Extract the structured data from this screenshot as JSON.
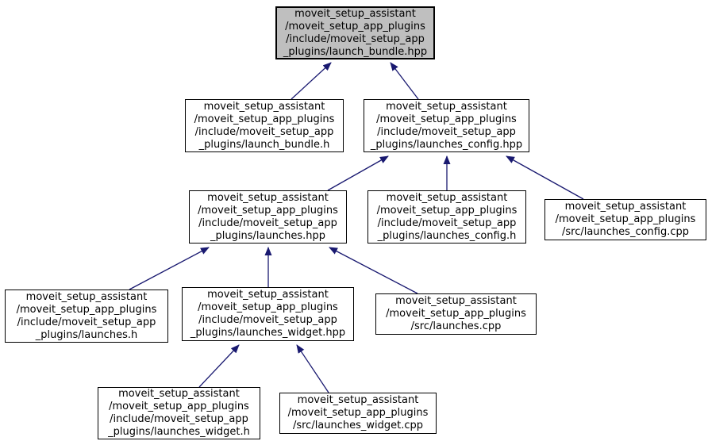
{
  "diagram": {
    "kind": "include-dependency-graph",
    "colors": {
      "edge": "#191970",
      "node_fill": "#ffffff",
      "node_border": "#000000",
      "root_node_fill": "#bfbfbf",
      "background": "#ffffff"
    }
  },
  "nodes": [
    {
      "id": "launch_bundle_hpp",
      "root": true,
      "label": "moveit_setup_assistant\n/moveit_setup_app_plugins\n/include/moveit_setup_app\n_plugins/launch_bundle.hpp"
    },
    {
      "id": "launch_bundle_h",
      "root": false,
      "label": "moveit_setup_assistant\n/moveit_setup_app_plugins\n/include/moveit_setup_app\n_plugins/launch_bundle.h"
    },
    {
      "id": "launches_config_hpp",
      "root": false,
      "label": "moveit_setup_assistant\n/moveit_setup_app_plugins\n/include/moveit_setup_app\n_plugins/launches_config.hpp"
    },
    {
      "id": "launches_hpp",
      "root": false,
      "label": "moveit_setup_assistant\n/moveit_setup_app_plugins\n/include/moveit_setup_app\n_plugins/launches.hpp"
    },
    {
      "id": "launches_config_h",
      "root": false,
      "label": "moveit_setup_assistant\n/moveit_setup_app_plugins\n/include/moveit_setup_app\n_plugins/launches_config.h"
    },
    {
      "id": "launches_config_cpp",
      "root": false,
      "label": "moveit_setup_assistant\n/moveit_setup_app_plugins\n/src/launches_config.cpp"
    },
    {
      "id": "launches_h",
      "root": false,
      "label": "moveit_setup_assistant\n/moveit_setup_app_plugins\n/include/moveit_setup_app\n_plugins/launches.h"
    },
    {
      "id": "launches_widget_hpp",
      "root": false,
      "label": "moveit_setup_assistant\n/moveit_setup_app_plugins\n/include/moveit_setup_app\n_plugins/launches_widget.hpp"
    },
    {
      "id": "launches_cpp",
      "root": false,
      "label": "moveit_setup_assistant\n/moveit_setup_app_plugins\n/src/launches.cpp"
    },
    {
      "id": "launches_widget_h",
      "root": false,
      "label": "moveit_setup_assistant\n/moveit_setup_app_plugins\n/include/moveit_setup_app\n_plugins/launches_widget.h"
    },
    {
      "id": "launches_widget_cpp",
      "root": false,
      "label": "moveit_setup_assistant\n/moveit_setup_app_plugins\n/src/launches_widget.cpp"
    }
  ],
  "edges": [
    {
      "from": "launch_bundle_h",
      "to": "launch_bundle_hpp"
    },
    {
      "from": "launches_config_hpp",
      "to": "launch_bundle_hpp"
    },
    {
      "from": "launches_hpp",
      "to": "launches_config_hpp"
    },
    {
      "from": "launches_config_h",
      "to": "launches_config_hpp"
    },
    {
      "from": "launches_config_cpp",
      "to": "launches_config_hpp"
    },
    {
      "from": "launches_h",
      "to": "launches_hpp"
    },
    {
      "from": "launches_widget_hpp",
      "to": "launches_hpp"
    },
    {
      "from": "launches_cpp",
      "to": "launches_hpp"
    },
    {
      "from": "launches_widget_h",
      "to": "launches_widget_hpp"
    },
    {
      "from": "launches_widget_cpp",
      "to": "launches_widget_hpp"
    }
  ]
}
